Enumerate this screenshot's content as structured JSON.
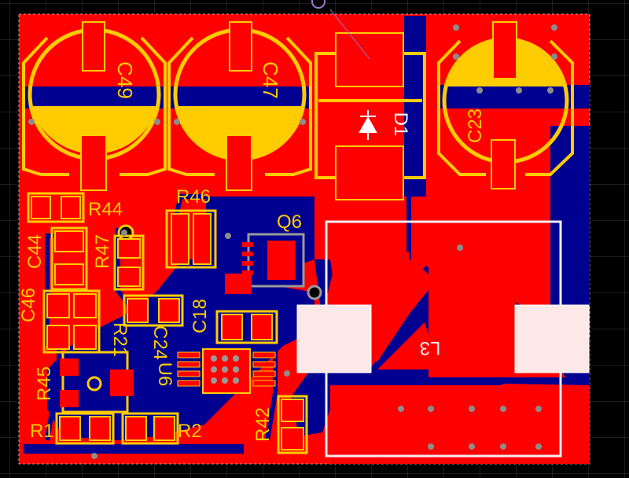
{
  "colors": {
    "background": "#000000",
    "grid": "#3a3a3a",
    "top_copper": "#ff0000",
    "bottom_copper": "#000090",
    "silkscreen": "#ffcc00",
    "overlay": "#f2f2f2",
    "pad": "#ff0000",
    "via": "#9a9a9a"
  },
  "designators": {
    "c49": "C49",
    "c47": "C47",
    "d1": "D1",
    "c23": "C23",
    "r44": "R44",
    "r46": "R46",
    "q6": "Q6",
    "c44": "C44",
    "r47": "R47",
    "c46": "C46",
    "r21": "R21",
    "c24": "C24",
    "c18": "C18",
    "u6": "U6",
    "l3": "L3",
    "r45": "R45",
    "r1": "R1",
    "r2": "R2",
    "r42": "R42"
  }
}
